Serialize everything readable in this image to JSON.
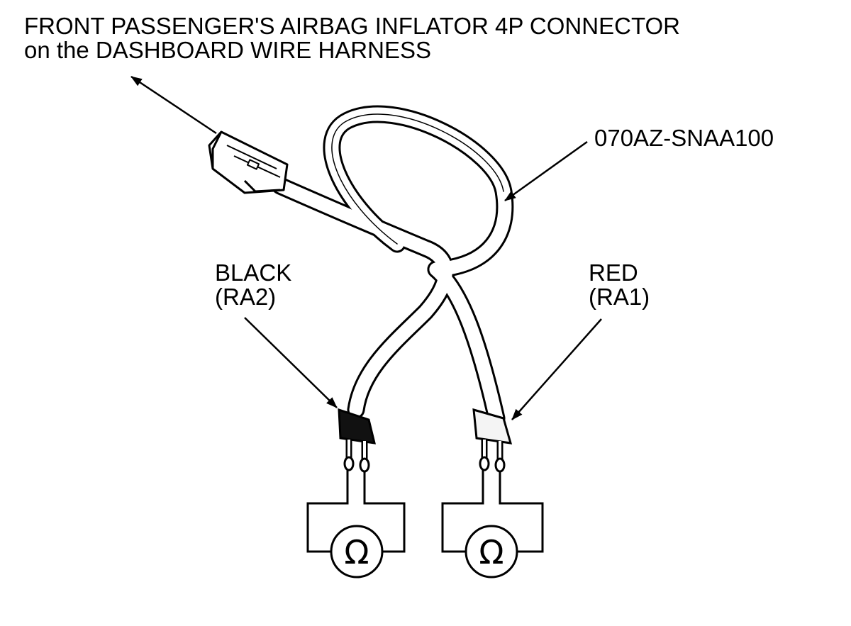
{
  "title": {
    "line1": "FRONT PASSENGER'S AIRBAG INFLATOR 4P CONNECTOR",
    "line2": "on the DASHBOARD WIRE HARNESS"
  },
  "part_number": "070AZ-SNAA100",
  "black_lead": {
    "color": "BLACK",
    "terminal": "(RA2)"
  },
  "red_lead": {
    "color": "RED",
    "terminal": "(RA1)"
  },
  "meter_symbol": "Ω"
}
